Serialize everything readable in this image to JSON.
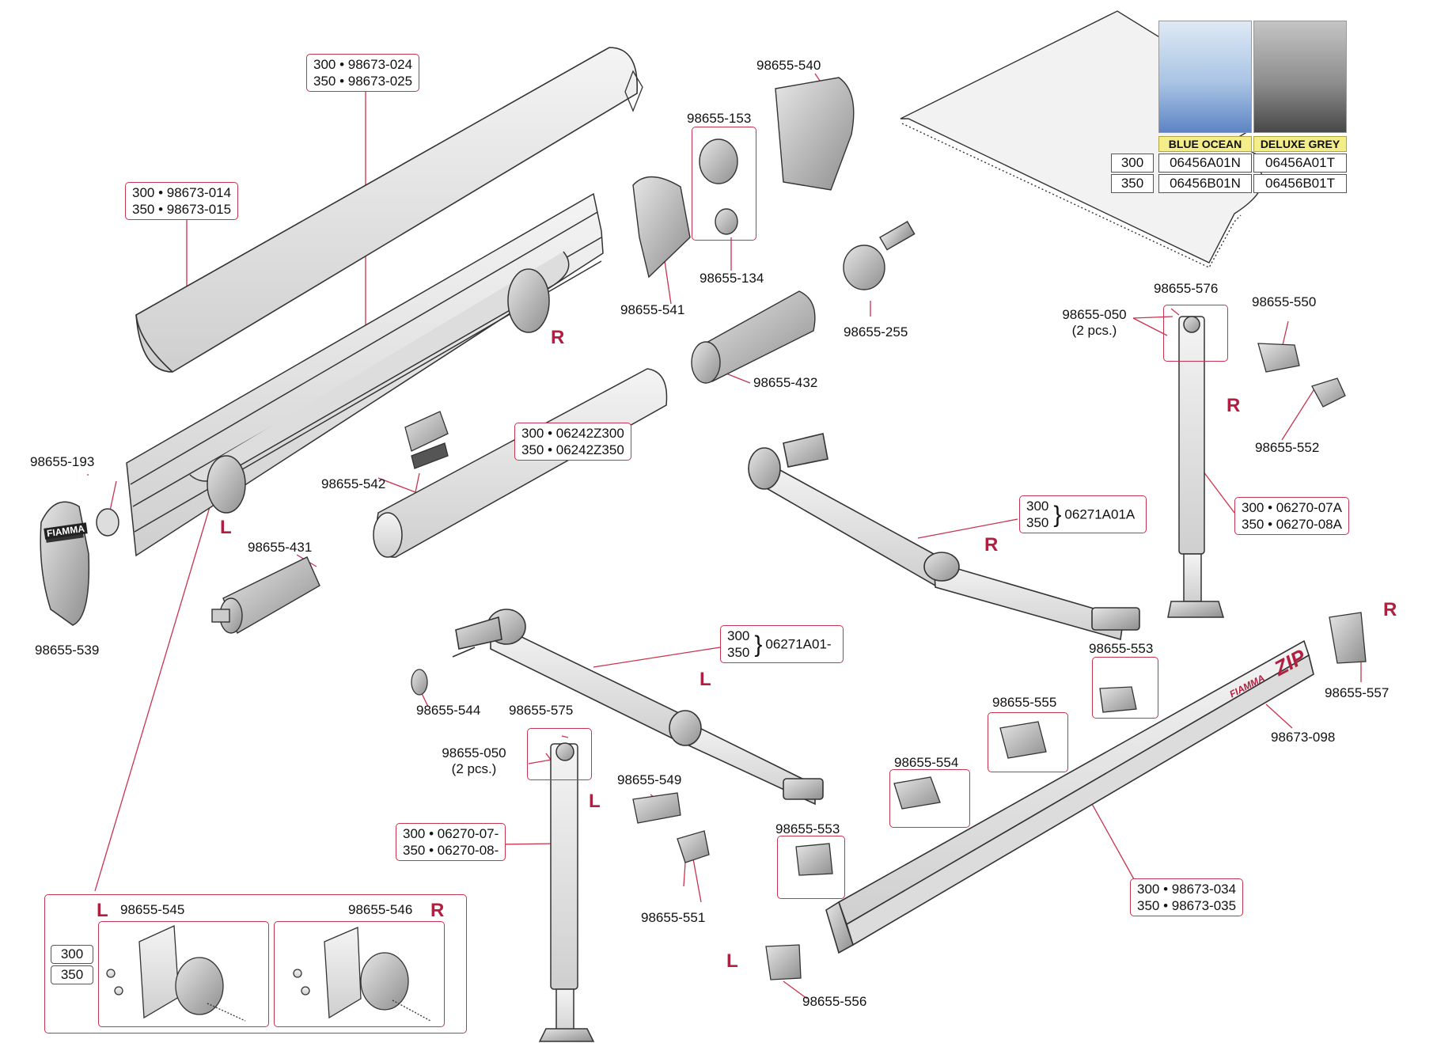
{
  "colors": {
    "leader": "#c8334f",
    "side_letter": "#b01f3f",
    "fabric_tag": "#f3ee8a",
    "part_stroke": "#333333"
  },
  "fabrics": {
    "columns": [
      {
        "name": "BLUE OCEAN",
        "swatch_color": "#a9c4e4",
        "codes": [
          "06456A01N",
          "06456B01N"
        ]
      },
      {
        "name": "DELUXE GREY",
        "swatch_color": "#8e8e8e",
        "codes": [
          "06456A01T",
          "06456B01T"
        ]
      }
    ],
    "sizes": [
      "300",
      "350"
    ]
  },
  "labels": {
    "p98655_540": "98655-540",
    "p98655_153": "98655-153",
    "p98655_134": "98655-134",
    "p98655_541": "98655-541",
    "p98655_255": "98655-255",
    "p98655_432": "98655-432",
    "p98655_193": "98655-193",
    "p98655_539": "98655-539",
    "p98655_542": "98655-542",
    "p98655_431": "98655-431",
    "p98655_544": "98655-544",
    "p98655_575": "98655-575",
    "p98655_050_l": "98655-050",
    "pcs_l": "(2 pcs.)",
    "p98655_576": "98655-576",
    "p98655_050_r": "98655-050",
    "pcs_r": "(2 pcs.)",
    "p98655_550": "98655-550",
    "p98655_552": "98655-552",
    "p98655_553_r": "98655-553",
    "p98655_557": "98655-557",
    "p98673_098": "98673-098",
    "p98655_555": "98655-555",
    "p98655_554": "98655-554",
    "p98655_553_l": "98655-553",
    "p98655_549": "98655-549",
    "p98655_551": "98655-551",
    "p98655_556": "98655-556",
    "p98655_545": "98655-545",
    "p98655_546": "98655-546"
  },
  "boxes": {
    "front_cover": [
      "300 • 98673-024",
      "350 • 98673-025"
    ],
    "top_cover": [
      "300 • 98673-014",
      "350 • 98673-015"
    ],
    "roller_tube": [
      "300 • 06242Z300",
      "350 • 06242Z350"
    ],
    "arm_r": {
      "sizes": [
        "300",
        "350"
      ],
      "code": "06271A01A"
    },
    "arm_l": {
      "sizes": [
        "300",
        "350"
      ],
      "code": "06271A01-"
    },
    "leg_r": [
      "300 • 06270-07A",
      "350 • 06270-08A"
    ],
    "leg_l": [
      "300 • 06270-07-",
      "350 • 06270-08-"
    ],
    "lead_rail": [
      "300 • 98673-034",
      "350 • 98673-035"
    ]
  },
  "kit": {
    "sizes": [
      "300",
      "350"
    ]
  },
  "sides": {
    "left": "L",
    "right": "R"
  },
  "brand": {
    "fiamma": "FIAMMA",
    "zip": "ZIP"
  }
}
